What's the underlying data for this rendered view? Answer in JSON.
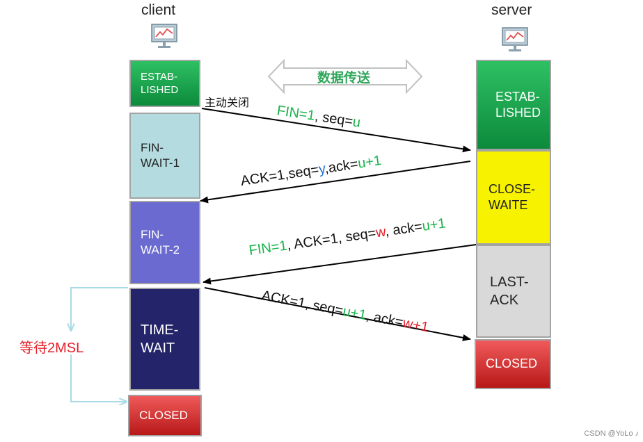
{
  "headers": {
    "client": "client",
    "server": "server"
  },
  "data_transfer_label": "数据传送",
  "active_close_label": "主动关闭",
  "wait_label": "等待2MSL",
  "watermark": "CSDN @YoLo ♪",
  "client_states": [
    {
      "id": "established",
      "label": "ESTAB-\nLISHED",
      "color": "#1aa84f"
    },
    {
      "id": "fin-wait-1",
      "label": "FIN-\nWAIT-1",
      "color": "#b4dce0"
    },
    {
      "id": "fin-wait-2",
      "label": "FIN-\nWAIT-2",
      "color": "#6a6ad0"
    },
    {
      "id": "time-wait",
      "label": "TIME-\nWAIT",
      "color": "#24246a"
    },
    {
      "id": "closed",
      "label": "CLOSED",
      "color": "#e23a3a"
    }
  ],
  "server_states": [
    {
      "id": "established",
      "label": "ESTAB-\nLISHED",
      "color": "#1aa84f"
    },
    {
      "id": "close-waite",
      "label": "CLOSE-\nWAITE",
      "color": "#f7f200"
    },
    {
      "id": "last-ack",
      "label": "LAST-\nACK",
      "color": "#d9d9d9"
    },
    {
      "id": "closed",
      "label": "CLOSED",
      "color": "#e23a3a"
    }
  ],
  "messages": {
    "m1": [
      {
        "t": "FIN=1",
        "c": "g"
      },
      {
        "t": ", seq=",
        "c": "k"
      },
      {
        "t": "u",
        "c": "g"
      }
    ],
    "m2": [
      {
        "t": "ACK=1,seq=",
        "c": "k"
      },
      {
        "t": "y",
        "c": "b"
      },
      {
        "t": ",ack=",
        "c": "k"
      },
      {
        "t": "u+1",
        "c": "g"
      }
    ],
    "m3": [
      {
        "t": "FIN=1",
        "c": "g"
      },
      {
        "t": ", ACK=1, seq=",
        "c": "k"
      },
      {
        "t": "w",
        "c": "r"
      },
      {
        "t": ", ack=",
        "c": "k"
      },
      {
        "t": "u+1",
        "c": "g"
      }
    ],
    "m4": [
      {
        "t": "ACK=1, seq=",
        "c": "k"
      },
      {
        "t": "u+1",
        "c": "g"
      },
      {
        "t": ", ack=",
        "c": "k"
      },
      {
        "t": "w+1",
        "c": "r"
      }
    ]
  }
}
